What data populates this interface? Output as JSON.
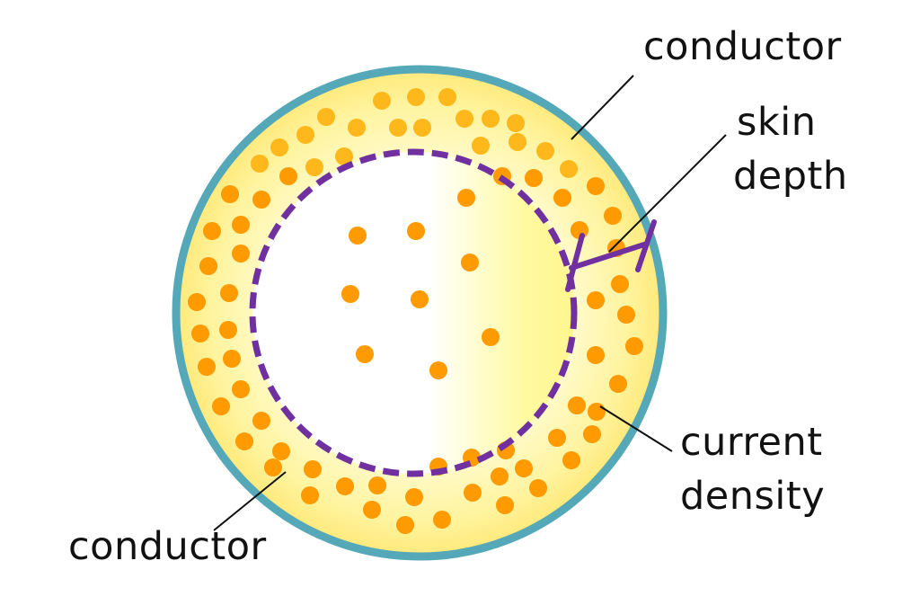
{
  "labels": {
    "conductor_top": "conductor",
    "skin": "skin",
    "depth": "depth",
    "current": "current",
    "density": "density",
    "conductor_bottom": "conductor"
  },
  "colors": {
    "conductor_border": "#55a8b8",
    "skin_depth_line": "#7030a0",
    "current_dot": "#ff9a00",
    "current_dot_top": "#ffb81c",
    "ring_fill": "#fff27a"
  }
}
